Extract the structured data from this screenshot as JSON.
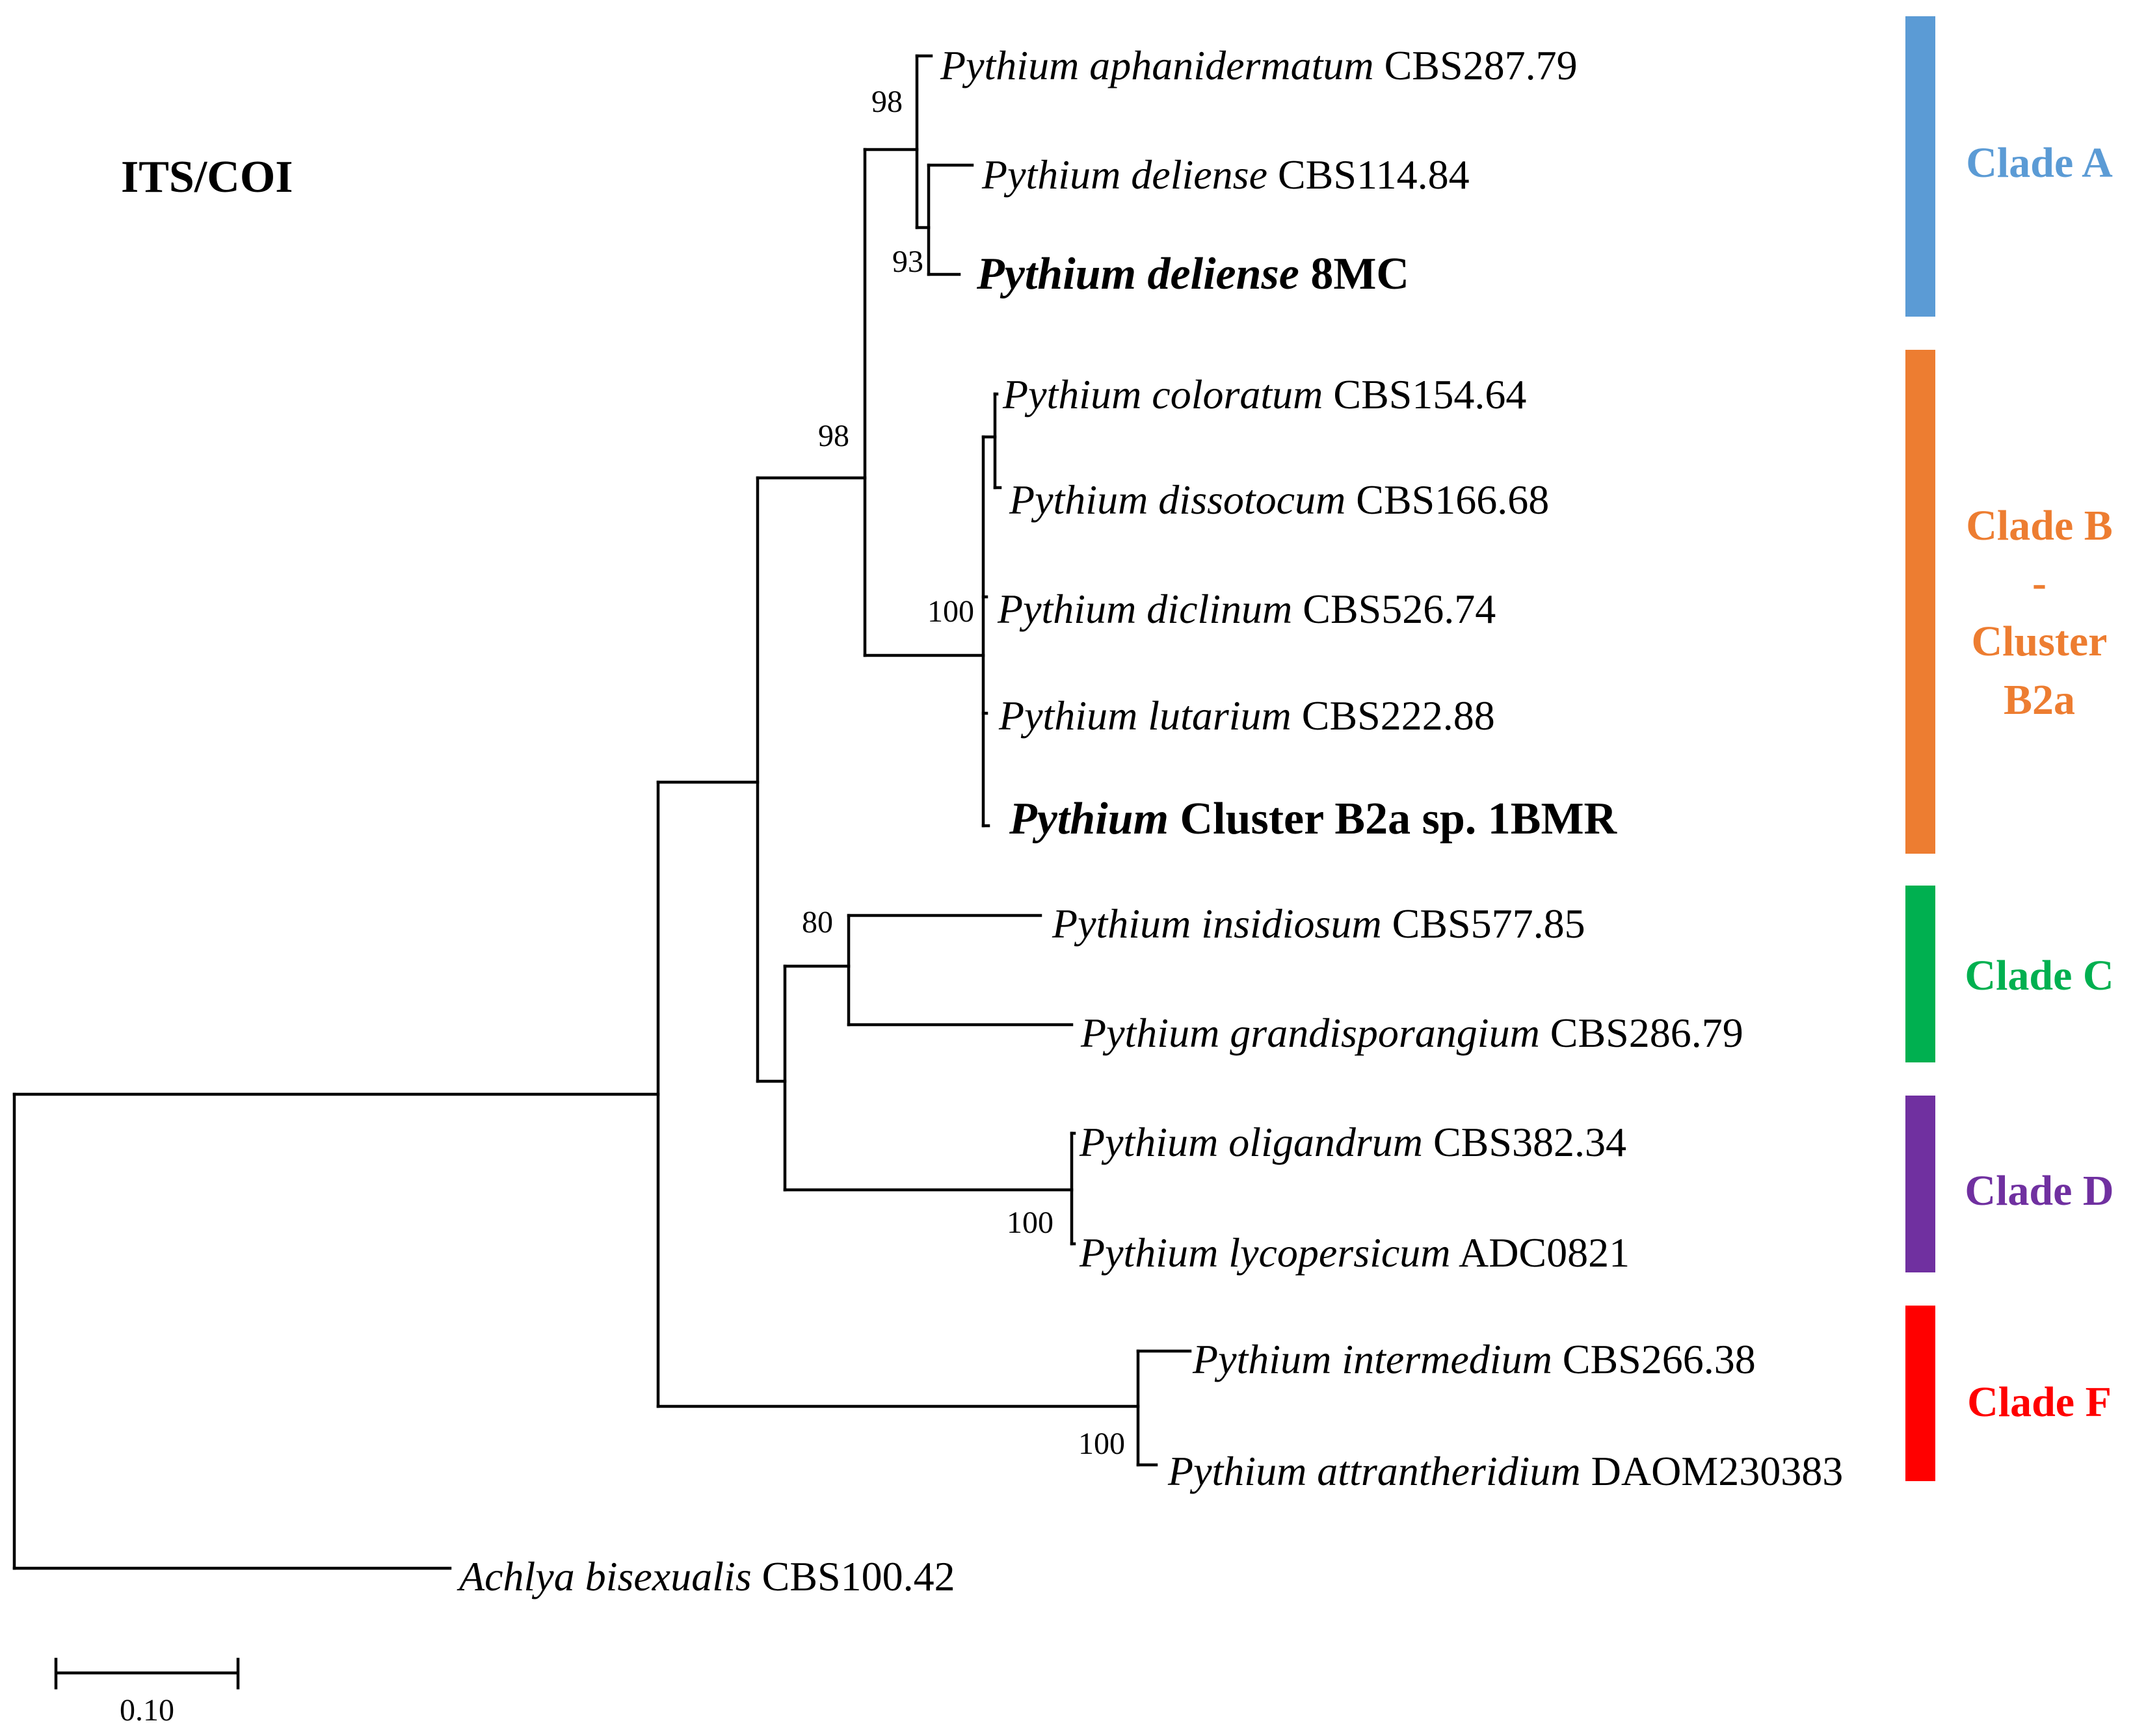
{
  "title": "ITS/COI",
  "scale_bar": {
    "label": "0.10",
    "value": 0.1
  },
  "taxa": [
    {
      "id": "aphanidermatum",
      "genus": "Pythium",
      "species": "aphanidermatum",
      "strain": "CBS287.79",
      "bold": false,
      "genus_italic": true
    },
    {
      "id": "deliense_cbs",
      "genus": "Pythium",
      "species": "deliense",
      "strain": "CBS114.84",
      "bold": false,
      "genus_italic": true
    },
    {
      "id": "deliense_8mc",
      "genus": "Pythium",
      "species": "deliense",
      "strain": "8MC",
      "bold": true,
      "genus_italic": true
    },
    {
      "id": "coloratum",
      "genus": "Pythium",
      "species": "coloratum",
      "strain": "CBS154.64",
      "bold": false,
      "genus_italic": true
    },
    {
      "id": "dissotocum",
      "genus": "Pythium",
      "species": "dissotocum",
      "strain": "CBS166.68",
      "bold": false,
      "genus_italic": true
    },
    {
      "id": "diclinum",
      "genus": "Pythium",
      "species": "diclinum",
      "strain": "CBS526.74",
      "bold": false,
      "genus_italic": true
    },
    {
      "id": "lutarium",
      "genus": "Pythium",
      "species": "lutarium",
      "strain": "CBS222.88",
      "bold": false,
      "genus_italic": true
    },
    {
      "id": "b2a_1bmr",
      "genus": "Pythium",
      "species": "",
      "strain": "Cluster B2a sp. 1BMR",
      "bold": true,
      "genus_italic": true
    },
    {
      "id": "insidiosum",
      "genus": "Pythium",
      "species": "insidiosum",
      "strain": "CBS577.85",
      "bold": false,
      "genus_italic": true
    },
    {
      "id": "grandisporangium",
      "genus": "Pythium",
      "species": "grandisporangium",
      "strain": "CBS286.79",
      "bold": false,
      "genus_italic": true
    },
    {
      "id": "oligandrum",
      "genus": "Pythium",
      "species": "oligandrum",
      "strain": "CBS382.34",
      "bold": false,
      "genus_italic": true
    },
    {
      "id": "lycopersicum",
      "genus": "Pythium",
      "species": "lycopersicum",
      "strain": "ADC0821",
      "bold": false,
      "genus_italic": true
    },
    {
      "id": "intermedium",
      "genus": "Pythium",
      "species": "intermedium",
      "strain": "CBS266.38",
      "bold": false,
      "genus_italic": true
    },
    {
      "id": "attrantheridium",
      "genus": "Pythium",
      "species": "attrantheridium",
      "strain": "DAOM230383",
      "bold": false,
      "genus_italic": true
    },
    {
      "id": "achlya",
      "genus": "Achlya",
      "species": "bisexualis",
      "strain": "CBS100.42",
      "bold": false,
      "genus_italic": true
    }
  ],
  "bootstrap": [
    {
      "id": "bs_a_root",
      "value": "98"
    },
    {
      "id": "bs_deliense",
      "value": "93"
    },
    {
      "id": "bs_ab",
      "value": "98"
    },
    {
      "id": "bs_b2a",
      "value": "100"
    },
    {
      "id": "bs_c",
      "value": "80"
    },
    {
      "id": "bs_d",
      "value": "100"
    },
    {
      "id": "bs_f",
      "value": "100"
    }
  ],
  "clades": [
    {
      "id": "clade-a",
      "lines": [
        "Clade A"
      ],
      "color": "#5B9BD5"
    },
    {
      "id": "clade-b",
      "lines": [
        "Clade B",
        "-",
        "Cluster",
        "B2a"
      ],
      "color": "#ED7D31"
    },
    {
      "id": "clade-c",
      "lines": [
        "Clade C"
      ],
      "color": "#00B050"
    },
    {
      "id": "clade-d",
      "lines": [
        "Clade D"
      ],
      "color": "#7030A0"
    },
    {
      "id": "clade-f",
      "lines": [
        "Clade F"
      ],
      "color": "#FF0000"
    }
  ]
}
